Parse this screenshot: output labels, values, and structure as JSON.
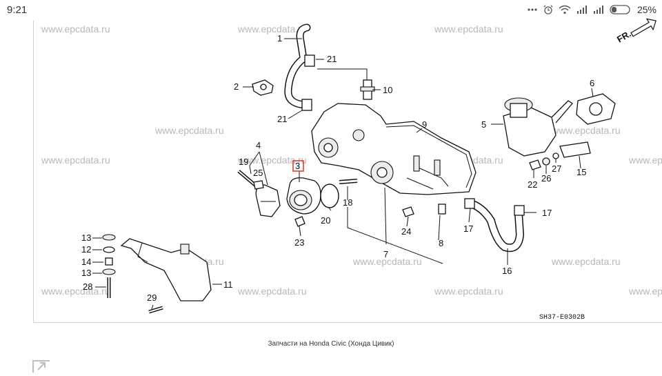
{
  "status_bar": {
    "time": "9:21",
    "battery": "25%",
    "icons": [
      "message-icon",
      "alarm-icon",
      "wifi-icon",
      "signal-icon",
      "signal-icon",
      "battery-icon"
    ]
  },
  "diagram": {
    "watermark": "www.epcdata.ru",
    "drawing_code": "SH37-E0302B",
    "direction_label": "FR.",
    "callouts": [
      "1",
      "2",
      "3",
      "4",
      "5",
      "6",
      "7",
      "8",
      "9",
      "10",
      "11",
      "12",
      "13",
      "13",
      "14",
      "15",
      "16",
      "17",
      "17",
      "18",
      "19",
      "20",
      "21",
      "21",
      "22",
      "23",
      "24",
      "25",
      "26",
      "27",
      "28",
      "29"
    ],
    "highlighted_callout": "3",
    "highlight_color": "#e53935"
  },
  "caption": "Запчасти на Honda Civic (Хонда Цивик)",
  "expand_icon": "expand-icon"
}
